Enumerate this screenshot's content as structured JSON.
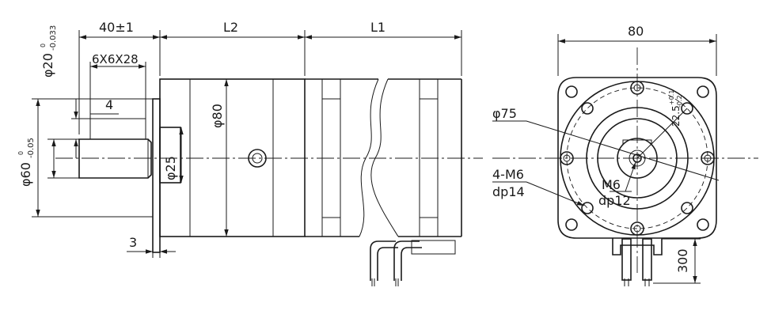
{
  "dimensions": {
    "flange_len": "40±1",
    "l2": "L2",
    "l1": "L1",
    "width": "80",
    "key": "6X6X28",
    "key_depth": "4",
    "flange_thk": "3",
    "shaft_dia_main": "φ20",
    "shaft_tol_top": "0",
    "shaft_tol_bot": "-0.033",
    "pilot_dia_main": "φ60",
    "pilot_tol_top": "0",
    "pilot_tol_bot": "-0.05",
    "boss_dia": "φ25",
    "body_dia": "φ80",
    "bolt_circle": "φ75",
    "holes_main": "4-M6",
    "holes_depth": "dp14",
    "center_thread": "M6",
    "center_depth": "dp12",
    "angle_main": "22.5",
    "angle_tol_top": "+0.1",
    "angle_tol_bot": "-0.2",
    "cable_len": "300"
  }
}
